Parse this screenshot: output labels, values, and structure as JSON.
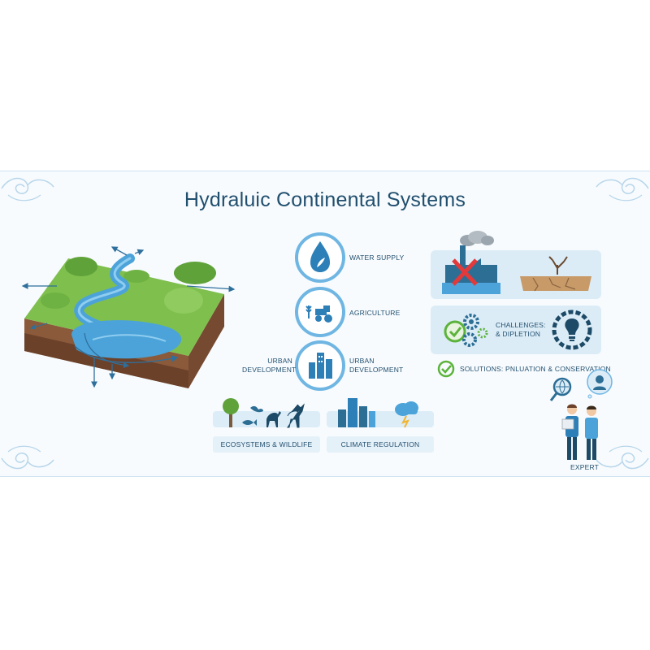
{
  "title": "Hydraluic Continental Systems",
  "center_items": [
    {
      "icon": "water-drop-leaf-icon",
      "label": "WATER SUPPLY"
    },
    {
      "icon": "tractor-wheat-icon",
      "label": "AGRICULTURE"
    },
    {
      "icon": "city-buildings-icon",
      "label": "URBAN\nDEVELOPMENT",
      "left_label": "URBAN\nDEVELOPMENT"
    }
  ],
  "challenges": {
    "label": "CHALLENGES:\n& DIPLETION"
  },
  "solutions": {
    "label": "SOLUTIONS: PNLUATION & CONSERVATION"
  },
  "bottom": {
    "ecosystems": "ECOSYSTEMS & WILDLIFE",
    "climate": "CLIMATE REGULATION"
  },
  "expert": {
    "label": "EXPERT"
  },
  "colors": {
    "title": "#214f6e",
    "water": "#4ba3d9",
    "grass": "#7fbf4d",
    "soil": "#8a5a3a",
    "card": "#dbecf7",
    "accent_green": "#5cb33b",
    "red_x": "#e23a3a"
  }
}
